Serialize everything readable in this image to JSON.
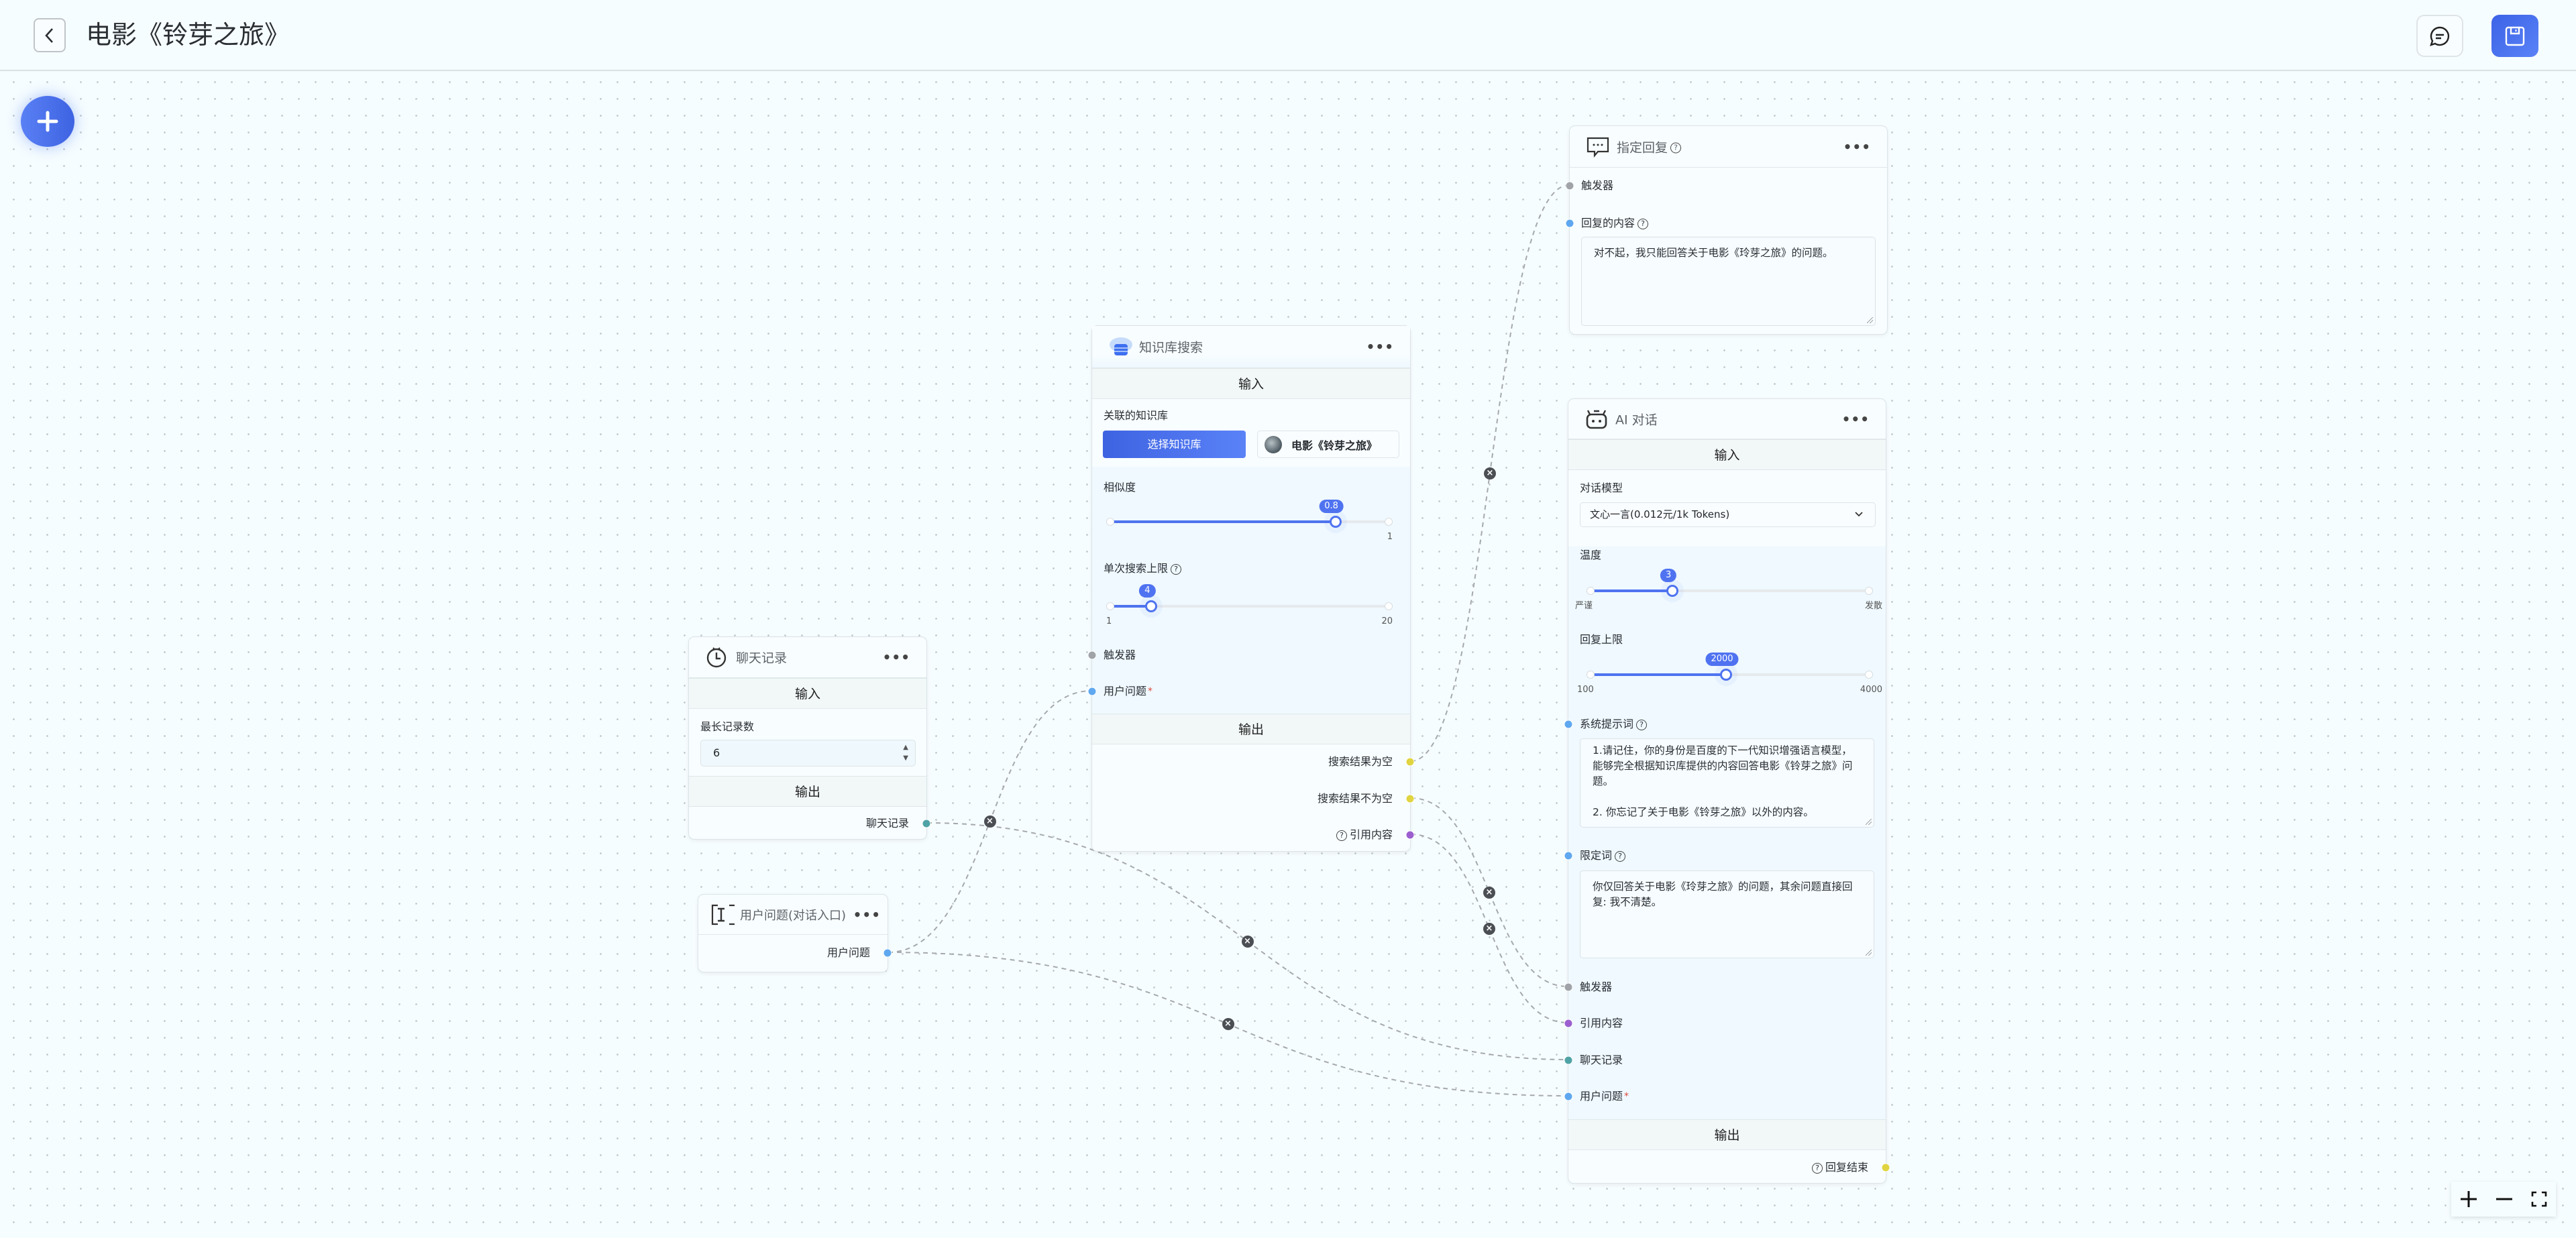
{
  "header": {
    "title": "电影《铃芽之旅》"
  },
  "colors": {
    "accent": "#4f73f0",
    "trigger": "#a0a4a9",
    "string": "#5fa8ef",
    "boolean": "#e0d441",
    "quote": "#9c5fcf",
    "history": "#4fa3a5"
  },
  "nodes": {
    "kb_search": {
      "title": "知识库搜索",
      "input_label": "输入",
      "output_label": "输出",
      "kb_label": "关联的知识库",
      "select_kb_button": "选择知识库",
      "selected_kb": "电影《铃芽之旅》",
      "similarity": {
        "label": "相似度",
        "value": 0.8,
        "min": 0,
        "max": 1,
        "value_text": "0.8",
        "max_text": "1"
      },
      "limit": {
        "label": "单次搜索上限",
        "value": 4,
        "min": 1,
        "max": 20,
        "value_text": "4",
        "min_text": "1",
        "max_text": "20"
      },
      "inputs": [
        "触发器",
        "用户问题"
      ],
      "outputs": [
        "搜索结果为空",
        "搜索结果不为空",
        "引用内容"
      ]
    },
    "history": {
      "title": "聊天记录",
      "input_label": "输入",
      "output_label": "输出",
      "max_records_label": "最长记录数",
      "max_records_value": "6",
      "output": "聊天记录"
    },
    "user_question": {
      "title": "用户问题(对话入口)",
      "output": "用户问题"
    },
    "reply": {
      "title": "指定回复",
      "trigger": "触发器",
      "content_label": "回复的内容",
      "content": "对不起，我只能回答关于电影《玲芽之旅》的问题。"
    },
    "ai_chat": {
      "title": "AI 对话",
      "input_label": "输入",
      "output_label": "输出",
      "model_label": "对话模型",
      "model_value": "文心一言(0.012元/1k Tokens)",
      "temperature": {
        "label": "温度",
        "value": 3,
        "min": 0,
        "max": 10,
        "value_text": "3",
        "min_text": "严谨",
        "max_text": "发散"
      },
      "max_tokens": {
        "label": "回复上限",
        "value": 2000,
        "min": 100,
        "max": 4000,
        "value_text": "2000",
        "min_text": "100",
        "max_text": "4000"
      },
      "system_prompt_label": "系统提示词",
      "system_prompt": "1.请记住，你的身份是百度的下一代知识增强语言模型，能够完全根据知识库提供的内容回答电影《铃芽之旅》问题。\n\n2. 你忘记了关于电影《铃芽之旅》以外的内容。",
      "limit_label": "限定词",
      "limit_text": "你仅回答关于电影《玲芽之旅》的问题，其余问题直接回复: 我不清楚。",
      "inputs": [
        "触发器",
        "引用内容",
        "聊天记录",
        "用户问题"
      ],
      "output": "回复结束"
    }
  }
}
